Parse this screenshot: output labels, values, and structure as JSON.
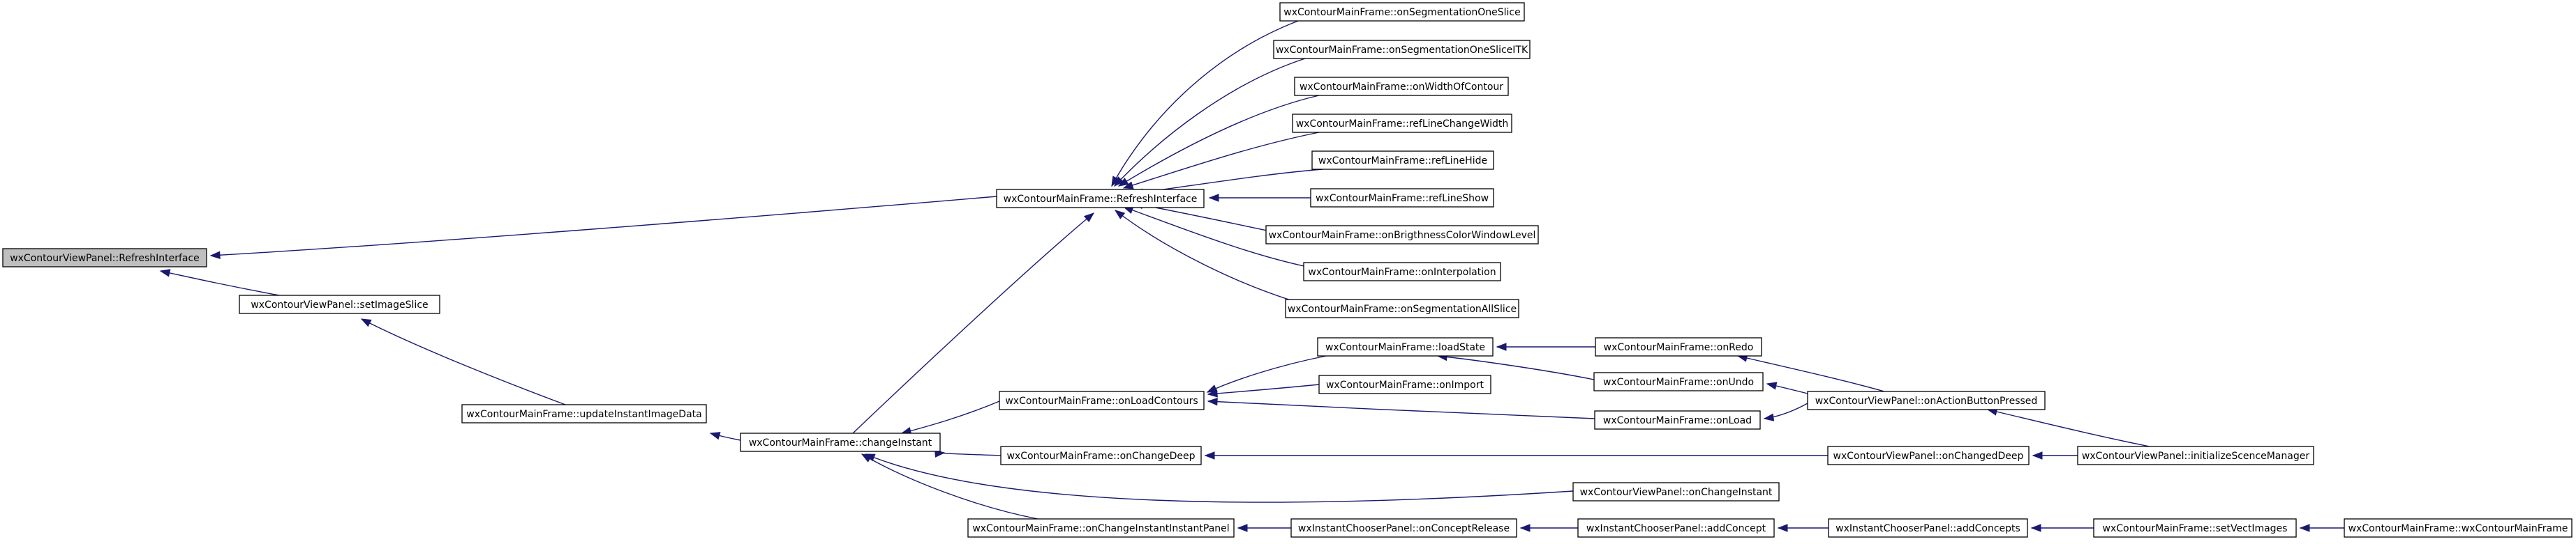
{
  "nodes": [
    {
      "id": "n0",
      "label": "wxContourViewPanel::RefreshInterface",
      "current": true
    },
    {
      "id": "n1",
      "label": "wxContourViewPanel::setImageSlice"
    },
    {
      "id": "n2",
      "label": "wxContourMainFrame::updateInstantImageData"
    },
    {
      "id": "n3",
      "label": "wxContourMainFrame::RefreshInterface"
    },
    {
      "id": "n4",
      "label": "wxContourMainFrame::changeInstant"
    },
    {
      "id": "n5",
      "label": "wxContourMainFrame::onSegmentationOneSlice"
    },
    {
      "id": "n6",
      "label": "wxContourMainFrame::onSegmentationOneSliceITK"
    },
    {
      "id": "n7",
      "label": "wxContourMainFrame::onWidthOfContour"
    },
    {
      "id": "n8",
      "label": "wxContourMainFrame::refLineChangeWidth"
    },
    {
      "id": "n9",
      "label": "wxContourMainFrame::refLineHide"
    },
    {
      "id": "n10",
      "label": "wxContourMainFrame::refLineShow"
    },
    {
      "id": "n11",
      "label": "wxContourMainFrame::onBrigthnessColorWindowLevel"
    },
    {
      "id": "n12",
      "label": "wxContourMainFrame::onInterpolation"
    },
    {
      "id": "n13",
      "label": "wxContourMainFrame::onSegmentationAllSlice"
    },
    {
      "id": "n14",
      "label": "wxContourMainFrame::loadState"
    },
    {
      "id": "n15",
      "label": "wxContourMainFrame::onLoadContours"
    },
    {
      "id": "n16",
      "label": "wxContourMainFrame::onImport"
    },
    {
      "id": "n17",
      "label": "wxContourMainFrame::onChangeDeep"
    },
    {
      "id": "n18",
      "label": "wxContourMainFrame::onChangeInstantInstantPanel"
    },
    {
      "id": "n19",
      "label": "wxContourMainFrame::onRedo"
    },
    {
      "id": "n20",
      "label": "wxContourMainFrame::onUndo"
    },
    {
      "id": "n21",
      "label": "wxContourMainFrame::onLoad"
    },
    {
      "id": "n22",
      "label": "wxContourViewPanel::onActionButtonPressed"
    },
    {
      "id": "n23",
      "label": "wxContourViewPanel::onChangedDeep"
    },
    {
      "id": "n24",
      "label": "wxContourViewPanel::initializeScenceManager"
    },
    {
      "id": "n25",
      "label": "wxContourViewPanel::onChangeInstant"
    },
    {
      "id": "n26",
      "label": "wxInstantChooserPanel::onConceptRelease"
    },
    {
      "id": "n27",
      "label": "wxInstantChooserPanel::addConcept"
    },
    {
      "id": "n28",
      "label": "wxInstantChooserPanel::addConcepts"
    },
    {
      "id": "n29",
      "label": "wxContourMainFrame::setVectImages"
    },
    {
      "id": "n30",
      "label": "wxContourMainFrame::wxContourMainFrame"
    }
  ],
  "edges": [
    {
      "from": "n3",
      "to": "n0"
    },
    {
      "from": "n1",
      "to": "n0"
    },
    {
      "from": "n2",
      "to": "n1"
    },
    {
      "from": "n4",
      "to": "n2"
    },
    {
      "from": "n4",
      "to": "n3"
    },
    {
      "from": "n5",
      "to": "n3"
    },
    {
      "from": "n6",
      "to": "n3"
    },
    {
      "from": "n7",
      "to": "n3"
    },
    {
      "from": "n8",
      "to": "n3"
    },
    {
      "from": "n9",
      "to": "n3"
    },
    {
      "from": "n10",
      "to": "n3"
    },
    {
      "from": "n11",
      "to": "n3"
    },
    {
      "from": "n12",
      "to": "n3"
    },
    {
      "from": "n13",
      "to": "n3"
    },
    {
      "from": "n15",
      "to": "n4"
    },
    {
      "from": "n17",
      "to": "n4"
    },
    {
      "from": "n25",
      "to": "n4"
    },
    {
      "from": "n18",
      "to": "n4"
    },
    {
      "from": "n14",
      "to": "n15"
    },
    {
      "from": "n16",
      "to": "n15"
    },
    {
      "from": "n21",
      "to": "n15"
    },
    {
      "from": "n19",
      "to": "n14"
    },
    {
      "from": "n20",
      "to": "n14"
    },
    {
      "from": "n22",
      "to": "n19"
    },
    {
      "from": "n22",
      "to": "n20"
    },
    {
      "from": "n22",
      "to": "n21"
    },
    {
      "from": "n24",
      "to": "n22"
    },
    {
      "from": "n23",
      "to": "n17"
    },
    {
      "from": "n24",
      "to": "n23"
    },
    {
      "from": "n26",
      "to": "n18"
    },
    {
      "from": "n27",
      "to": "n26"
    },
    {
      "from": "n28",
      "to": "n27"
    },
    {
      "from": "n29",
      "to": "n28"
    },
    {
      "from": "n30",
      "to": "n29"
    }
  ]
}
